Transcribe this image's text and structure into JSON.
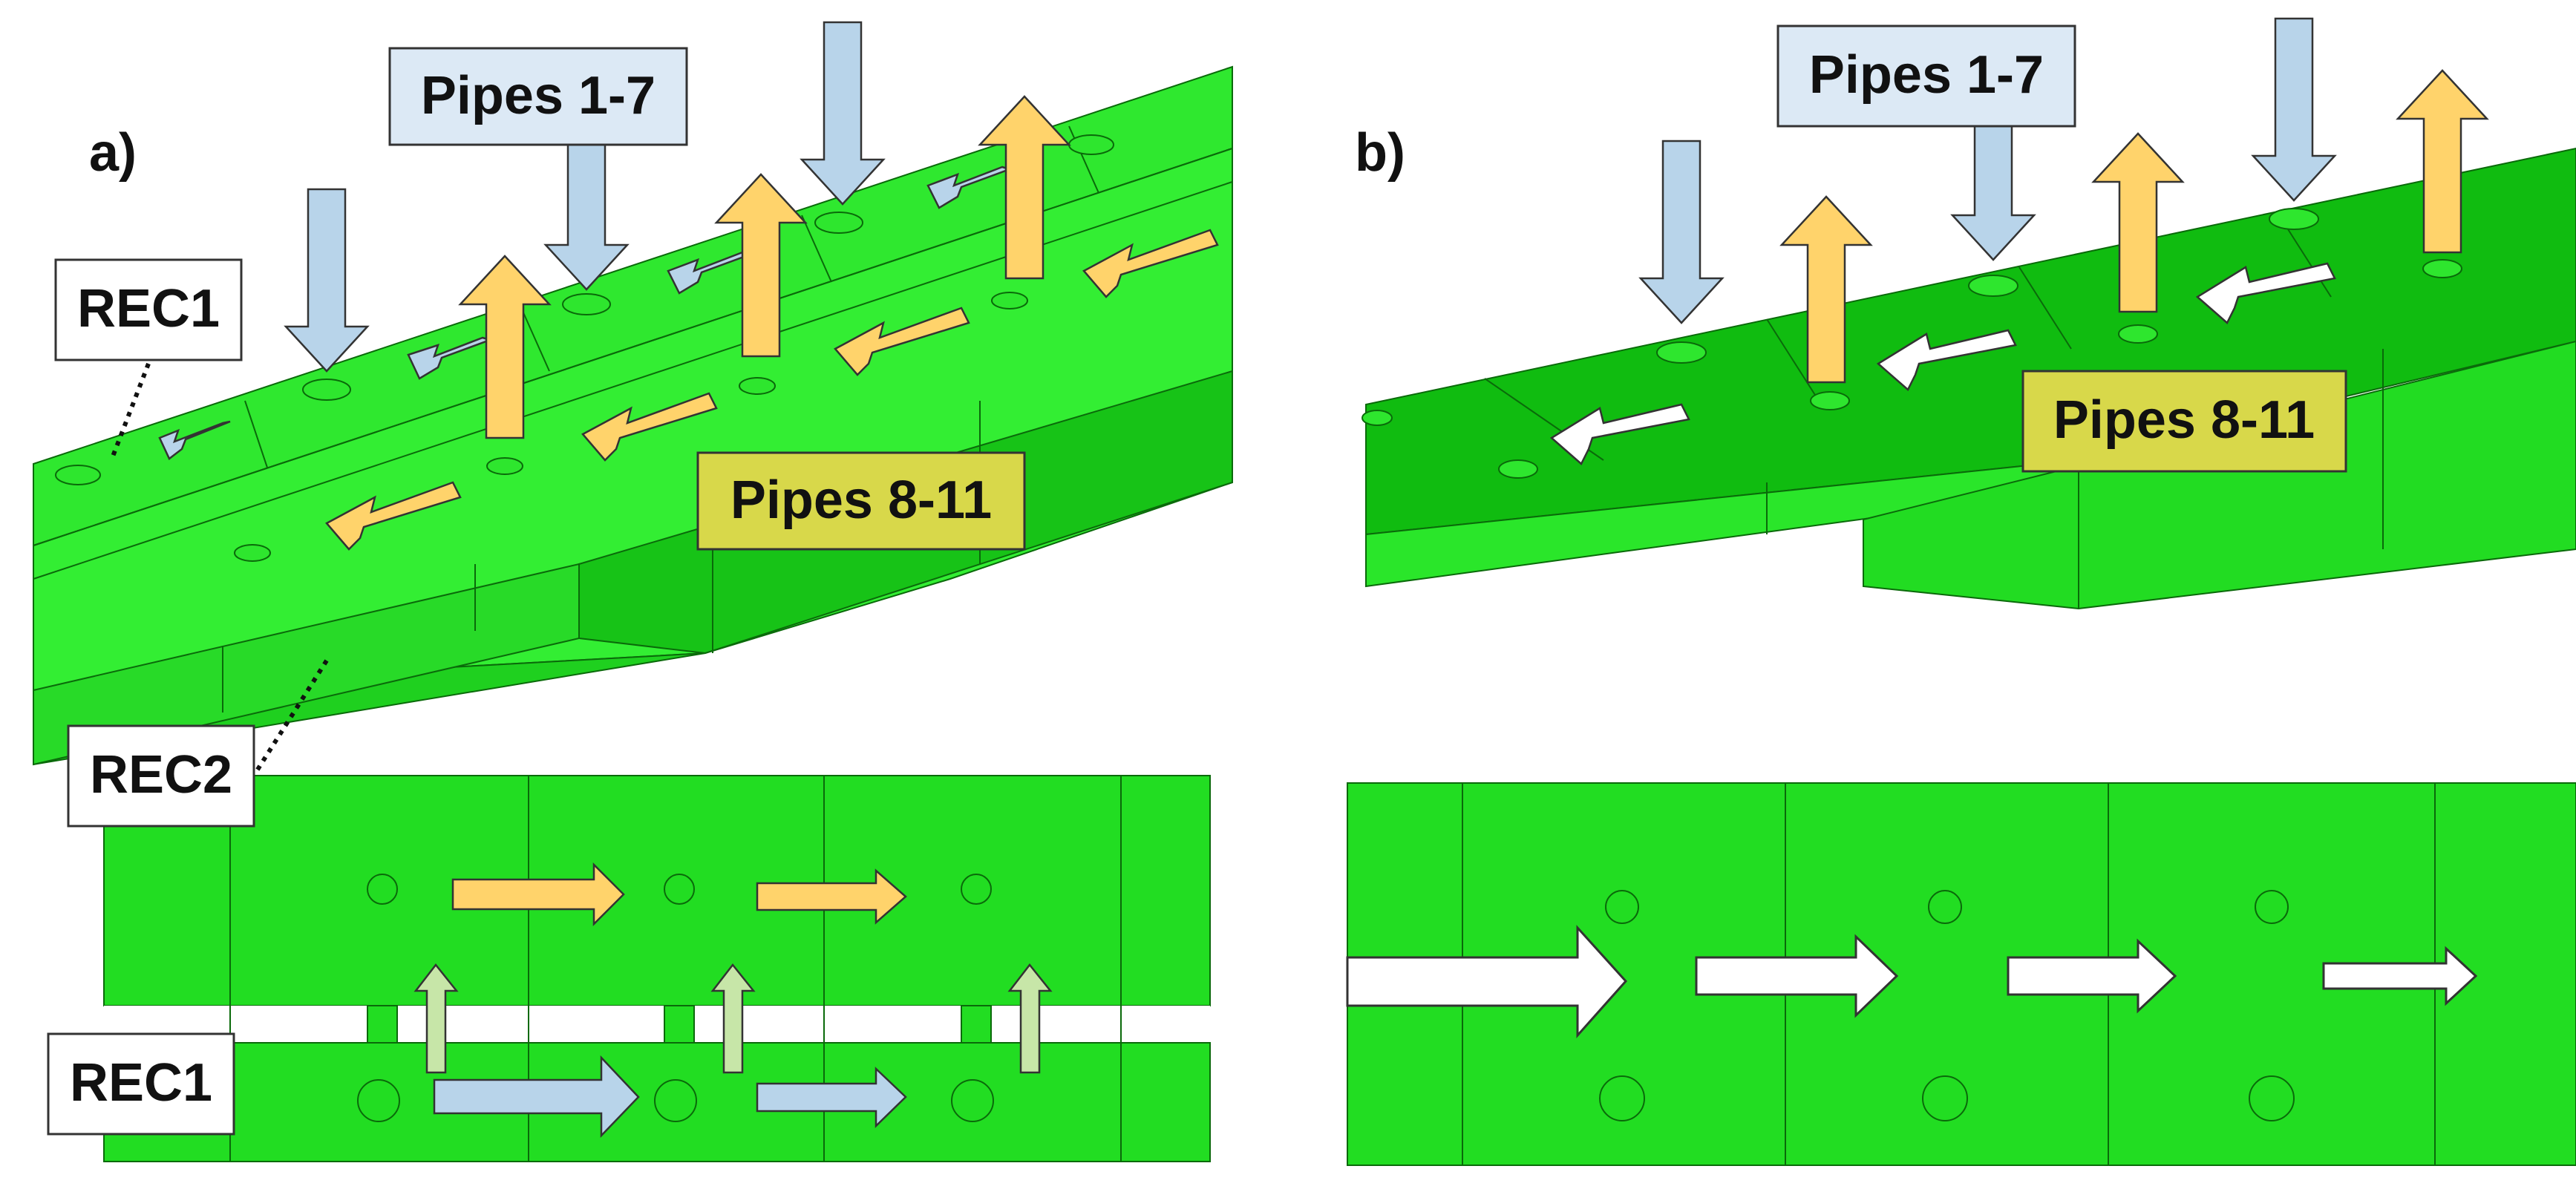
{
  "panel_a": {
    "label": "a)",
    "callouts": {
      "pipes_1_7": "Pipes 1-7",
      "pipes_8_11": "Pipes 8-11",
      "rec1_top": "REC1",
      "rec2": "REC2",
      "rec1_bottom": "REC1"
    }
  },
  "panel_b": {
    "label": "b)",
    "callouts": {
      "pipes_1_7": "Pipes 1-7",
      "pipes_8_11": "Pipes 8-11"
    }
  },
  "colors": {
    "green_light": "#3bff3b",
    "green_mid": "#22e022",
    "green_dark": "#0fb80f",
    "blue_arrow": "#b8d4ea",
    "yellow_arrow": "#ffd36b",
    "pale_green_arrow": "#c7e6a8",
    "white_arrow": "#ffffff",
    "box_blue": "#dce9f5",
    "box_olive": "#d8d84a",
    "box_white": "#ffffff"
  }
}
